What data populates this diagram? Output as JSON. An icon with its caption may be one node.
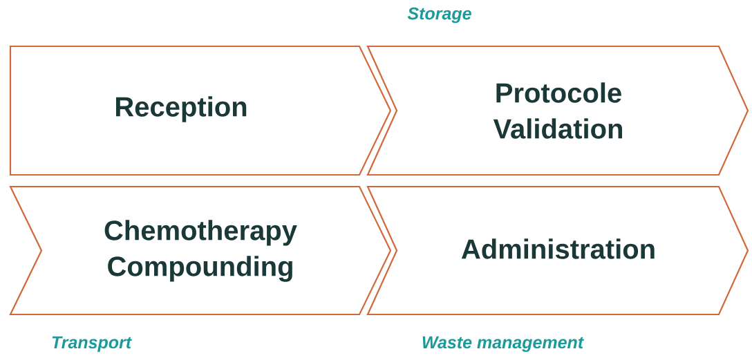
{
  "diagram": {
    "nodes": [
      {
        "text": [
          "Reception"
        ]
      },
      {
        "text": [
          "Protocole Validation"
        ]
      },
      {
        "text": [
          "Chemotherapy Compounding"
        ]
      },
      {
        "text": [
          "Administration"
        ]
      }
    ],
    "labels": [
      "Storage",
      "Transport",
      "Waste management"
    ]
  }
}
